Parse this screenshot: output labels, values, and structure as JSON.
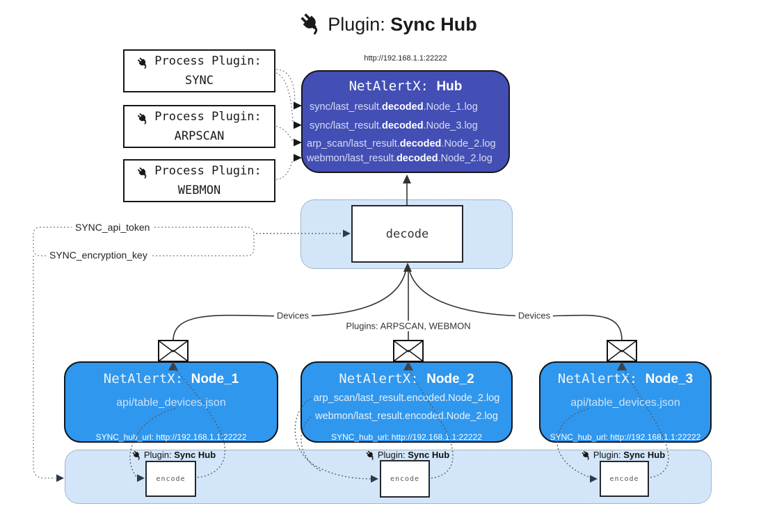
{
  "title": {
    "prefix": "Plugin:",
    "name": "Sync Hub"
  },
  "hub": {
    "url": "http://192.168.1.1:22222",
    "label_prefix": "NetAlertX:",
    "label_name": "Hub",
    "logs": [
      {
        "pre": "sync/last_result.",
        "mid": "decoded",
        "post": ".Node_1.log"
      },
      {
        "pre": "sync/last_result.",
        "mid": "decoded",
        "post": ".Node_3.log"
      },
      {
        "pre": "arp_scan/last_result.",
        "mid": "decoded",
        "post": ".Node_2.log"
      },
      {
        "pre": "webmon/last_result.",
        "mid": "decoded",
        "post": ".Node_2.log"
      }
    ]
  },
  "process_plugins": [
    {
      "label": "Process Plugin:",
      "name": "SYNC"
    },
    {
      "label": "Process Plugin:",
      "name": "ARPSCAN"
    },
    {
      "label": "Process Plugin:",
      "name": "WEBMON"
    }
  ],
  "decode_box": {
    "label": "decode"
  },
  "secrets": {
    "api_token": "SYNC_api_token",
    "encryption_key": "SYNC_encryption_key"
  },
  "edge_labels": {
    "devices_left": "Devices",
    "plugins_middle": "Plugins: ARPSCAN, WEBMON",
    "devices_right": "Devices"
  },
  "nodes": [
    {
      "label_prefix": "NetAlertX:",
      "label_name": "Node_1",
      "files": [
        "api/table_devices.json"
      ],
      "hub_url": "SYNC_hub_url: http://192.168.1.1:22222"
    },
    {
      "label_prefix": "NetAlertX:",
      "label_name": "Node_2",
      "files": [
        "arp_scan/last_result.encoded.Node_2.log",
        "webmon/last_result.encoded.Node_2.log"
      ],
      "hub_url": "SYNC_hub_url: http://192.168.1.1:22222"
    },
    {
      "label_prefix": "NetAlertX:",
      "label_name": "Node_3",
      "files": [
        "api/table_devices.json"
      ],
      "hub_url": "SYNC_hub_url: http://192.168.1.1:22222"
    }
  ],
  "encoders": [
    {
      "label_prefix": "Plugin:",
      "label_name": "Sync Hub",
      "box": "encode"
    },
    {
      "label_prefix": "Plugin:",
      "label_name": "Sync Hub",
      "box": "encode"
    },
    {
      "label_prefix": "Plugin:",
      "label_name": "Sync Hub",
      "box": "encode"
    }
  ],
  "colors": {
    "hub_fill": "#434FB4",
    "node_fill": "#2F97EE",
    "band_fill": "#D3E6F9",
    "line": "#333333",
    "dotted": "#6d8196"
  }
}
